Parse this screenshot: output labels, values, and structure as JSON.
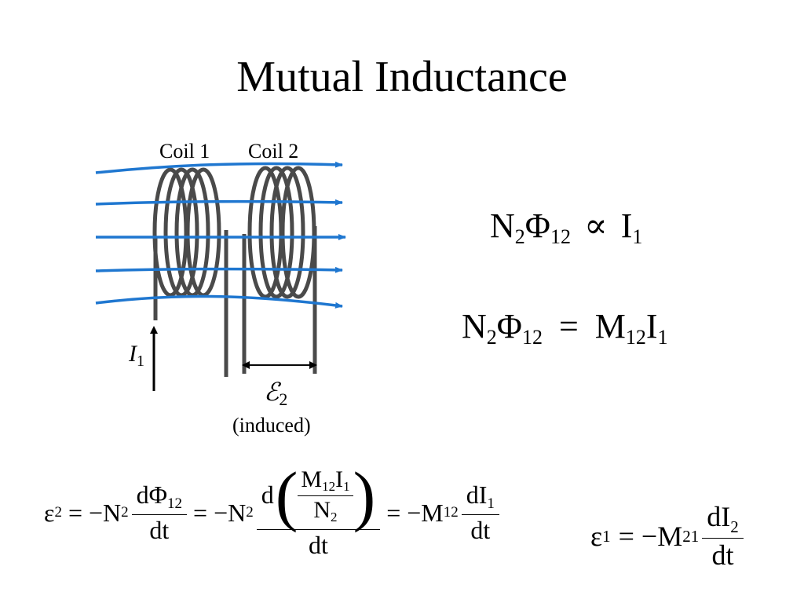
{
  "slide": {
    "title": "Mutual Inductance"
  },
  "figure": {
    "coil1_label": "Coil 1",
    "coil2_label": "Coil 2",
    "current_symbol": "I",
    "current_sub": "1",
    "emf_symbol": "ℰ",
    "emf_sub": "2",
    "induced_label": "(induced)",
    "field_line_color": "#1f77d0",
    "coil_color": "#4a4a4a"
  },
  "equations": {
    "proportional": {
      "N": "N",
      "N_sub": "2",
      "Phi": "Φ",
      "Phi_sub": "12",
      "op": "∝",
      "I": "I",
      "I_sub": "1"
    },
    "definition": {
      "N": "N",
      "N_sub": "2",
      "Phi": "Φ",
      "Phi_sub": "12",
      "op": "=",
      "M": "M",
      "M_sub": "12",
      "I": "I",
      "I_sub": "1"
    },
    "emf2": {
      "eps": "ε",
      "eps_sub": "2",
      "eq1": "= −N",
      "n_sub1": "2",
      "d_phi": "dΦ",
      "phi_sub": "12",
      "dt1": "dt",
      "eq2": "= −N",
      "n_sub2": "2",
      "d": "d",
      "inner_M": "M",
      "inner_M_sub": "12",
      "inner_I": "I",
      "inner_I_sub": "1",
      "inner_N": "N",
      "inner_N_sub": "2",
      "dt2": "dt",
      "eq3": "= −M",
      "m_sub": "12",
      "dI": "dI",
      "dI_sub": "1",
      "dt3": "dt"
    },
    "emf1": {
      "eps": "ε",
      "eps_sub": "1",
      "eq": "= −M",
      "m_sub": "21",
      "dI": "dI",
      "dI_sub": "2",
      "dt": "dt"
    }
  }
}
